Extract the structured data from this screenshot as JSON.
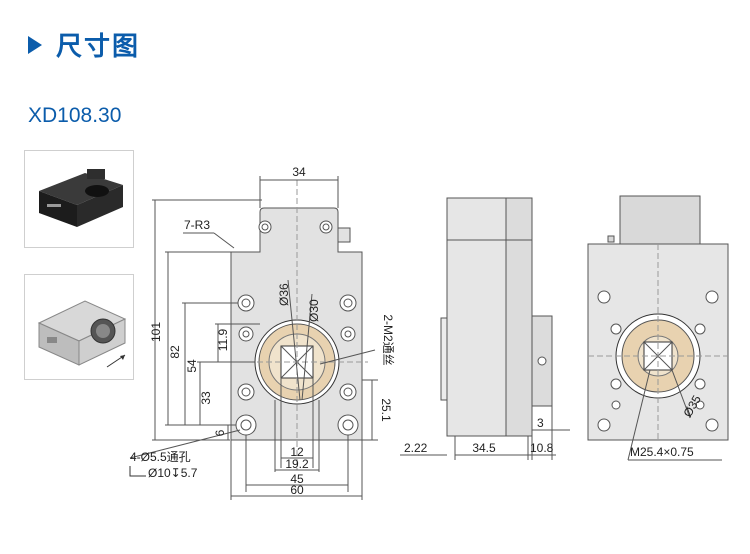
{
  "header": {
    "title": "尺寸图"
  },
  "model": "XD108.30",
  "front_view": {
    "dims": {
      "top_width": "34",
      "corner_radius": "7-R3",
      "outer_circle": "Ø36",
      "inner_circle": "Ø30",
      "threads": "2-M2通丝",
      "height_total": "101",
      "height_82": "82",
      "height_54": "54",
      "height_11_9": "11.9",
      "height_33": "33",
      "height_6": "6",
      "height_25_1": "25.1",
      "width_12": "12",
      "width_19_2": "19.2",
      "width_45": "45",
      "width_60": "60"
    },
    "hole_note_1": "4-Ø5.5通孔",
    "hole_note_2": "Ø10↧5.7"
  },
  "side_view": {
    "dims": {
      "d1": "3",
      "d2": "2.22",
      "d3": "34.5",
      "d4": "10.8"
    }
  },
  "back_view": {
    "dims": {
      "d1": "Ø35",
      "d2": "M25.4×0.75"
    }
  }
}
